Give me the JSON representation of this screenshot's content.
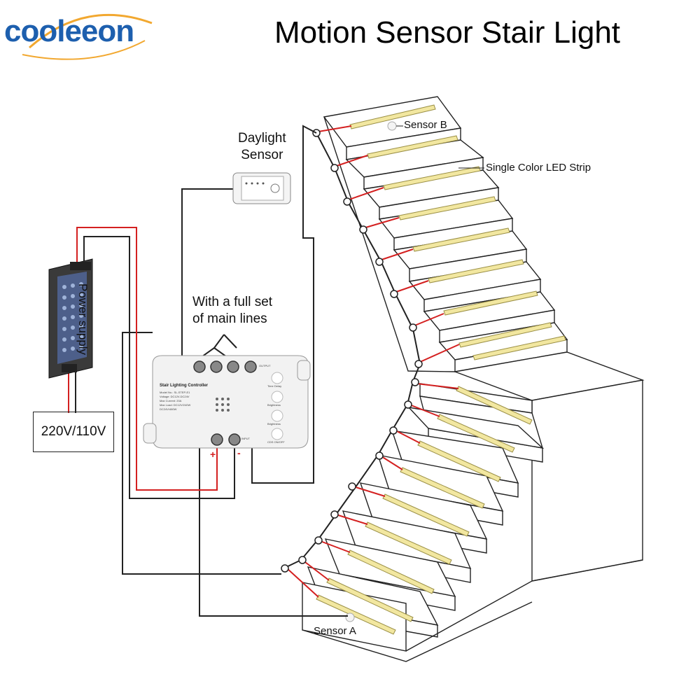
{
  "brand": {
    "name": "cooleeon",
    "color": "#1d5fae",
    "accent": "#f2a830"
  },
  "title": "Motion Sensor Stair Light",
  "labels": {
    "daylight_sensor_line1": "Daylight",
    "daylight_sensor_line2": "Sensor",
    "main_lines_line1": "With a full set",
    "main_lines_line2": "of main lines",
    "power_supply": "Power supply",
    "sensor_b": "Sensor B",
    "led_strip": "Single Color LED Strip",
    "sensor_a": "Sensor A",
    "mains_voltage": "220V/110V",
    "positive": "+",
    "negative": "-"
  },
  "controller": {
    "title": "Stair Lighting Controller",
    "spec_lines": [
      "Model No.: SL-STEP-E1",
      "Voltage: DC12V-DC24V",
      "Max Current: 20A",
      "Max Load: DC12V/240W",
      "DC24V/480W"
    ],
    "output_label": "OUTPUT",
    "input_label": "INPUT",
    "button_labels": [
      "Time Delay",
      "Brightness",
      "Brightness",
      "CDS ON/OFF"
    ]
  },
  "colors": {
    "wire_black": "#222222",
    "wire_red": "#d42020",
    "led_glow": "#f2e7a0"
  }
}
